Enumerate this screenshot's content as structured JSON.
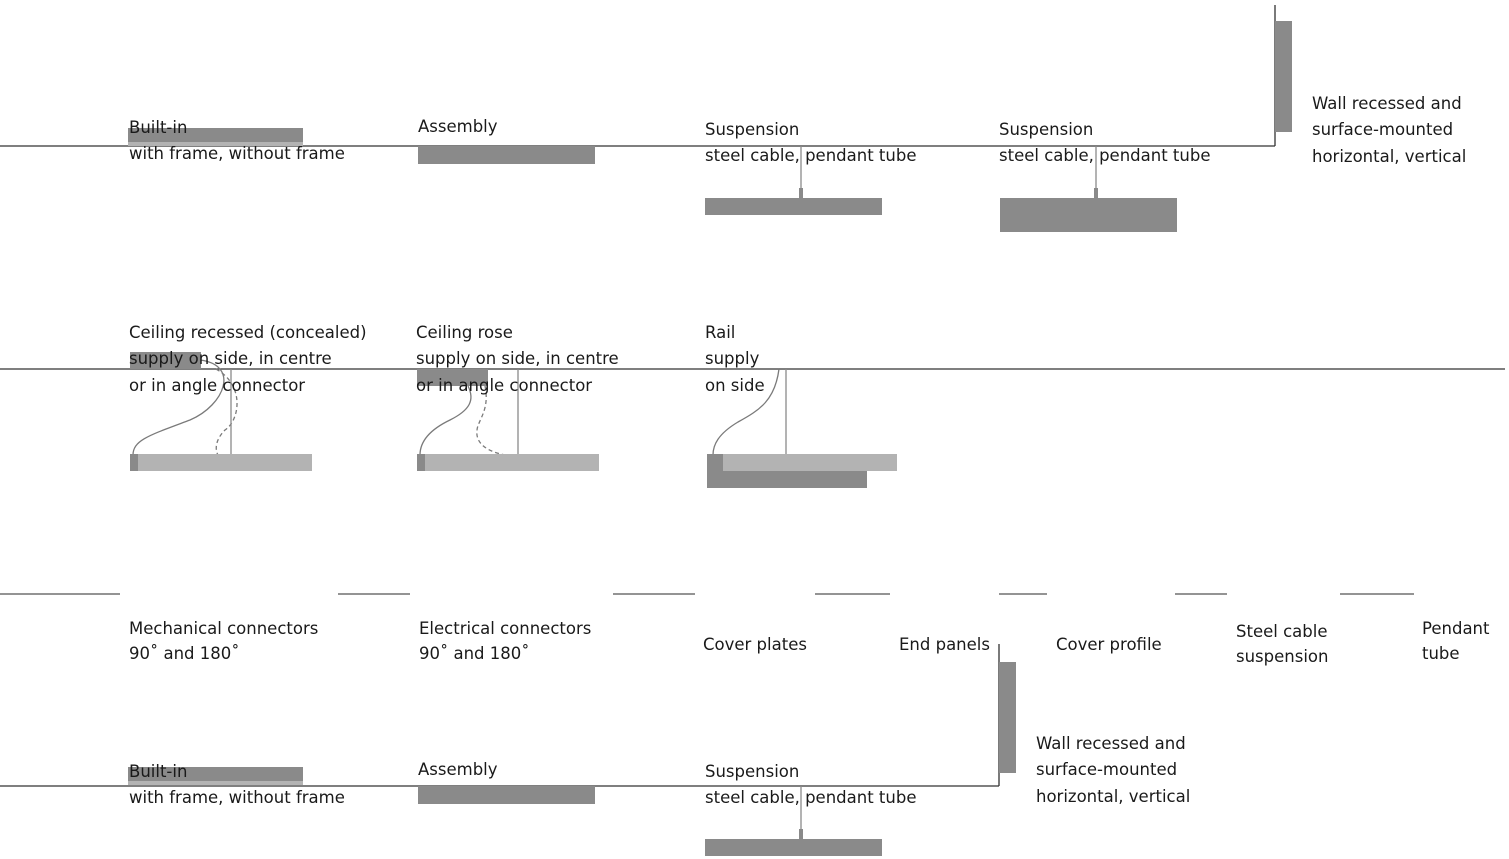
{
  "row1": {
    "built_in": [
      "Built-in",
      "with frame, without frame"
    ],
    "assembly": [
      "Assembly"
    ],
    "suspension_a": [
      "Suspension",
      "steel cable, pendant tube"
    ],
    "suspension_b": [
      "Suspension",
      "steel cable, pendant tube"
    ],
    "wall": [
      "Wall recessed and",
      "surface-mounted",
      "horizontal, vertical"
    ]
  },
  "row2": {
    "ceiling_recessed": [
      "Ceiling recessed (concealed)",
      "supply on side, in centre",
      "or in angle connector"
    ],
    "ceiling_rose": [
      "Ceiling rose",
      "supply on side, in centre",
      "or in angle connector"
    ],
    "rail": [
      "Rail",
      "supply",
      "on side"
    ]
  },
  "accessories": {
    "mechanical": [
      "Mechanical connectors",
      "90˚ and 180˚"
    ],
    "electrical": [
      "Electrical connectors",
      "90˚ and 180˚"
    ],
    "cover_plates": [
      "Cover plates"
    ],
    "end_panels": [
      "End panels"
    ],
    "cover_profile": [
      "Cover profile"
    ],
    "steel_cable": [
      "Steel cable",
      "suspension"
    ],
    "pendant_tube": [
      "Pendant",
      "tube"
    ]
  },
  "row4": {
    "built_in": [
      "Built-in",
      "with frame, without frame"
    ],
    "assembly": [
      "Assembly"
    ],
    "suspension": [
      "Suspension",
      "steel cable, pendant tube"
    ],
    "wall": [
      "Wall recessed and",
      "surface-mounted",
      "horizontal, vertical"
    ]
  },
  "colors": {
    "luminaire_dark": "#8a8a8a",
    "luminaire_light": "#b3b3b3",
    "line": "#333333"
  }
}
